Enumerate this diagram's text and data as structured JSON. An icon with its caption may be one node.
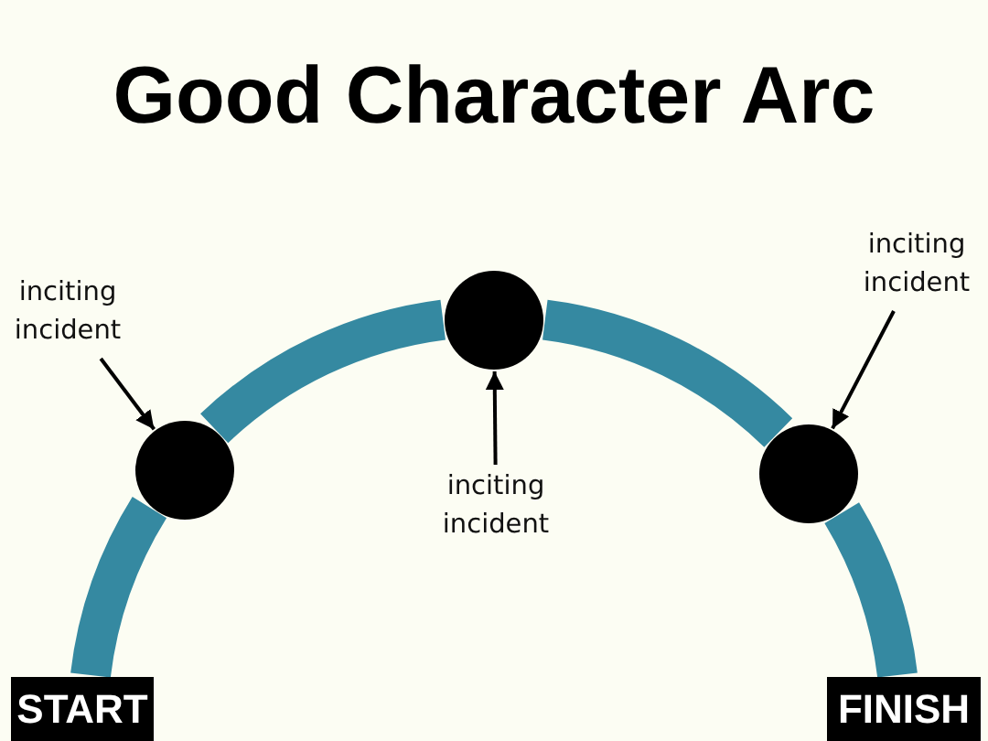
{
  "diagram": {
    "title": "Good Character Arc",
    "nodes": [
      {
        "text": [
          "inciting incident"
        ]
      },
      {
        "text": [
          "inciting incident"
        ]
      },
      {
        "text": [],
        "shape": "circle"
      },
      {
        "text": [],
        "shape": "circle"
      },
      {
        "text": [],
        "shape": "circle"
      },
      {
        "text": [
          "inciting incident"
        ]
      },
      {
        "text": [
          "START"
        ]
      },
      {
        "text": [
          "FINISH"
        ]
      }
    ],
    "edges": [
      {
        "from": 0,
        "to": 3,
        "arrow": "to",
        "color": "#000000"
      },
      {
        "from": 1,
        "to": 4,
        "arrow": "to",
        "color": "#000000"
      },
      {
        "from": 5,
        "to": 2,
        "arrow": "to",
        "color": "#000000"
      },
      {
        "from": 6,
        "to": 3,
        "arrow": "none",
        "color": "#3589a1"
      },
      {
        "from": 3,
        "to": 2,
        "arrow": "none",
        "color": "#3589a1"
      },
      {
        "from": 2,
        "to": 4,
        "arrow": "none",
        "color": "#3589a1"
      },
      {
        "from": 4,
        "to": 7,
        "arrow": "none",
        "color": "#3589a1"
      }
    ]
  }
}
